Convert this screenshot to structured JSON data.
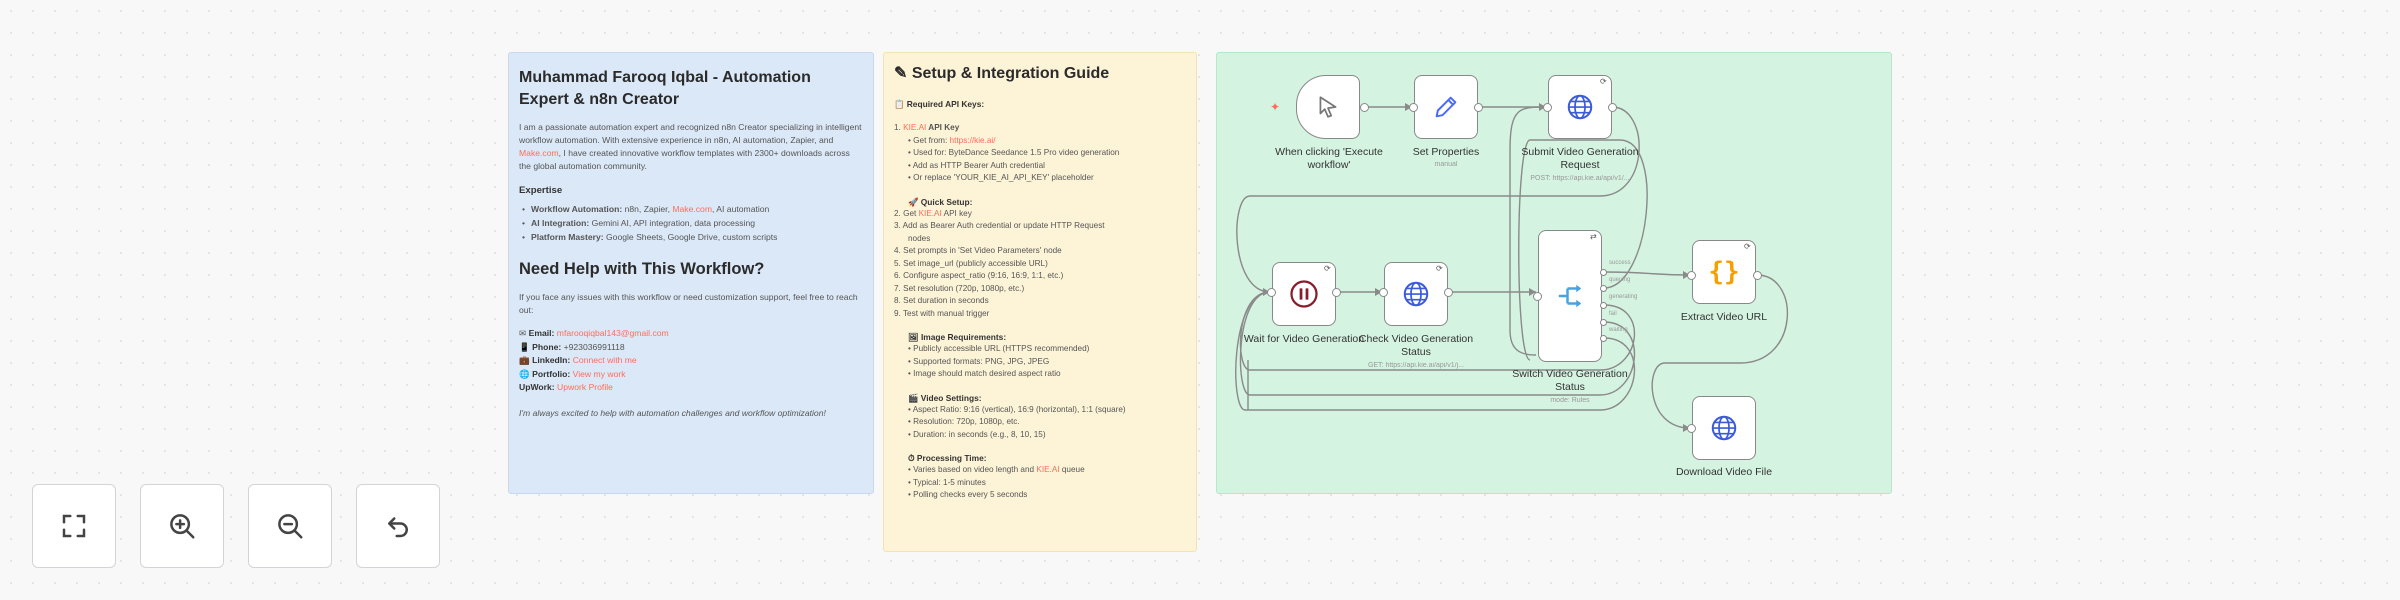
{
  "bio": {
    "title": "Muhammad Farooq Iqbal - Automation Expert & n8n Creator",
    "intro_part1": "I am a passionate automation expert and recognized n8n Creator specializing in intelligent workflow automation. With extensive experience in n8n, AI automation, Zapier, and ",
    "intro_link": "Make.com",
    "intro_part2": ", I have created innovative workflow templates with 2300+ downloads across the global automation community.",
    "expertise_heading": "Expertise",
    "expertise": [
      {
        "label": "Workflow Automation:",
        "text_a": " n8n, Zapier, ",
        "link": "Make.com",
        "text_b": ", AI automation"
      },
      {
        "label": "AI Integration:",
        "text_a": " Gemini AI, API integration, data processing",
        "link": "",
        "text_b": ""
      },
      {
        "label": "Platform Mastery:",
        "text_a": " Google Sheets, Google Drive, custom scripts",
        "link": "",
        "text_b": ""
      }
    ],
    "help_heading": "Need Help with This Workflow?",
    "help_text": "If you face any issues with this workflow or need customization support, feel free to reach out:",
    "contacts": [
      {
        "icon": "✉",
        "label": "Email:",
        "value": "mfarooqiqbal143@gmail.com",
        "is_link": true
      },
      {
        "icon": "📱",
        "label": "Phone:",
        "value": "+923036991118",
        "is_link": false
      },
      {
        "icon": "💼",
        "label": "LinkedIn:",
        "value": "Connect with me",
        "is_link": true
      },
      {
        "icon": "🌐",
        "label": "Portfolio:",
        "value": "View my work",
        "is_link": true
      },
      {
        "icon": "",
        "label": "UpWork:",
        "value": "Upwork Profile",
        "is_link": true
      }
    ],
    "closing": "I'm always excited to help with automation challenges and workflow optimization!"
  },
  "guide": {
    "title": "Setup & Integration Guide",
    "title_icon": "✎",
    "required_heading": "📋 Required API Keys:",
    "api_name": "KIE.AI",
    "api_suffix": " API Key",
    "api_items": [
      {
        "a": "• Get from: ",
        "link": "https://kie.ai/",
        "b": ""
      },
      {
        "a": "• Used for: ByteDance Seedance 1.5 Pro video generation",
        "link": "",
        "b": ""
      },
      {
        "a": "• Add as HTTP Bearer Auth credential",
        "link": "",
        "b": ""
      },
      {
        "a": "• Or replace 'YOUR_KIE_AI_API_KEY' placeholder",
        "link": "",
        "b": ""
      }
    ],
    "quick_heading": "🚀 Quick Setup:",
    "quick_steps": [
      {
        "a": "2. Get ",
        "link": "KIE.AI",
        "b": " API key"
      },
      {
        "a": "3. Add as Bearer Auth credential or update HTTP Request",
        "link": "",
        "b": ""
      },
      {
        "a": "    nodes",
        "link": "",
        "b": ""
      },
      {
        "a": "4. Set prompts in 'Set Video Parameters' node",
        "link": "",
        "b": ""
      },
      {
        "a": "5. Set image_url (publicly accessible URL)",
        "link": "",
        "b": ""
      },
      {
        "a": "6. Configure aspect_ratio (9:16, 16:9, 1:1, etc.)",
        "link": "",
        "b": ""
      },
      {
        "a": "7. Set resolution (720p, 1080p, etc.)",
        "link": "",
        "b": ""
      },
      {
        "a": "8. Set duration in seconds",
        "link": "",
        "b": ""
      },
      {
        "a": "9. Test with manual trigger",
        "link": "",
        "b": ""
      }
    ],
    "image_heading": "🖼 Image Requirements:",
    "image_items": [
      "• Publicly accessible URL (HTTPS recommended)",
      "• Supported formats: PNG, JPG, JPEG",
      "• Image should match desired aspect ratio"
    ],
    "video_heading": "🎬 Video Settings:",
    "video_items": [
      "• Aspect Ratio: 9:16 (vertical), 16:9 (horizontal), 1:1 (square)",
      "• Resolution: 720p, 1080p, etc.",
      "• Duration: in seconds (e.g., 8, 10, 15)"
    ],
    "processing_heading": "⏱ Processing Time:",
    "processing_items": [
      {
        "a": "• Varies based on video length and ",
        "link": "KIE.AI",
        "b": " queue"
      },
      {
        "a": "• Typical: 1-5 minutes",
        "link": "",
        "b": ""
      },
      {
        "a": "• Polling checks every 5 seconds",
        "link": "",
        "b": ""
      }
    ]
  },
  "workflow": {
    "nodes": {
      "trigger": {
        "label": "When clicking 'Execute workflow'",
        "icon": "cursor-icon"
      },
      "set_props": {
        "label": "Set Properties",
        "sub": "manual",
        "icon": "pencil-icon"
      },
      "submit": {
        "label": "Submit Video Generation Request",
        "sub": "POST: https://api.kie.ai/api/v1/...",
        "icon": "globe-icon"
      },
      "wait": {
        "label": "Wait for Video Generation",
        "icon": "pause-icon"
      },
      "check": {
        "label": "Check Video Generation Status",
        "sub": "GET: https://api.kie.ai/api/v1/j...",
        "icon": "globe-icon"
      },
      "switch": {
        "label": "Switch Video Generation Status",
        "sub": "mode: Rules",
        "icon": "switch-icon"
      },
      "extract": {
        "label": "Extract Video URL",
        "icon": "code-braces-icon"
      },
      "download": {
        "label": "Download Video File",
        "icon": "globe-icon"
      }
    },
    "switch_outputs": [
      "success",
      "queuing",
      "generating",
      "fail",
      "waiting"
    ]
  },
  "controls": {
    "fit": "fit-view-icon",
    "zoom_in": "zoom-in-icon",
    "zoom_out": "zoom-out-icon",
    "reset": "reset-zoom-icon"
  }
}
